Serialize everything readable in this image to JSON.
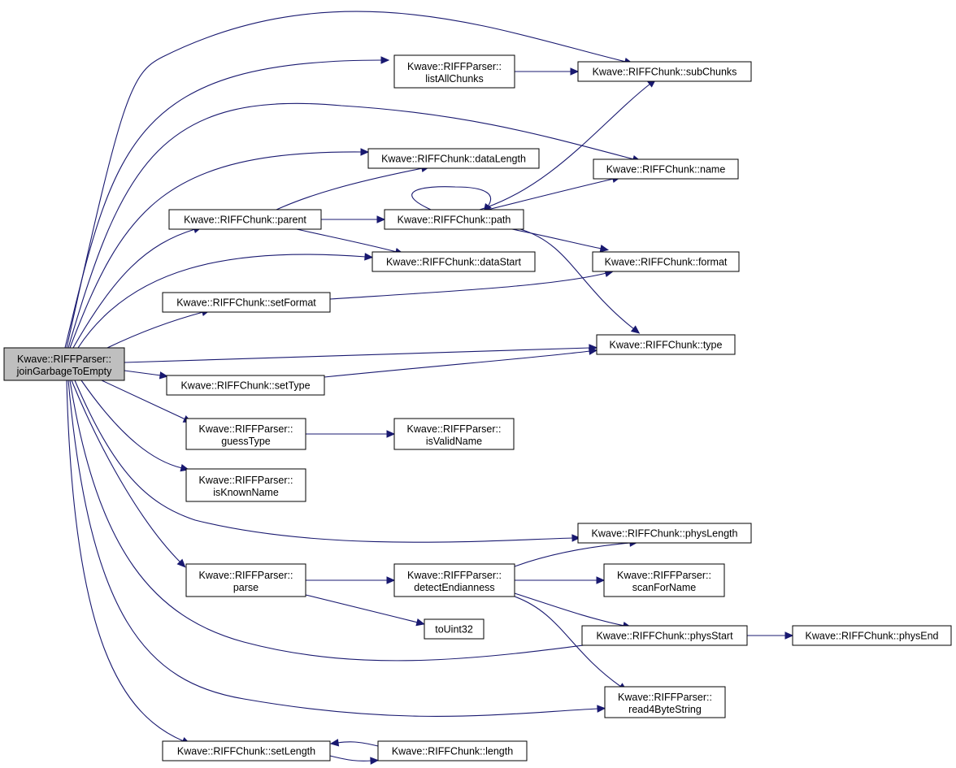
{
  "nodes": {
    "root": [
      "Kwave::RIFFParser::",
      "joinGarbageToEmpty"
    ],
    "listAll": [
      "Kwave::RIFFParser::",
      "listAllChunks"
    ],
    "subChunks": [
      "Kwave::RIFFChunk::subChunks"
    ],
    "dataLength": [
      "Kwave::RIFFChunk::dataLength"
    ],
    "name": [
      "Kwave::RIFFChunk::name"
    ],
    "parent": [
      "Kwave::RIFFChunk::parent"
    ],
    "path": [
      "Kwave::RIFFChunk::path"
    ],
    "dataStart": [
      "Kwave::RIFFChunk::dataStart"
    ],
    "format": [
      "Kwave::RIFFChunk::format"
    ],
    "setFormat": [
      "Kwave::RIFFChunk::setFormat"
    ],
    "type": [
      "Kwave::RIFFChunk::type"
    ],
    "setType": [
      "Kwave::RIFFChunk::setType"
    ],
    "guessType": [
      "Kwave::RIFFParser::",
      "guessType"
    ],
    "isValidName": [
      "Kwave::RIFFParser::",
      "isValidName"
    ],
    "isKnownName": [
      "Kwave::RIFFParser::",
      "isKnownName"
    ],
    "physLength": [
      "Kwave::RIFFChunk::physLength"
    ],
    "parse": [
      "Kwave::RIFFParser::",
      "parse"
    ],
    "detectEnd": [
      "Kwave::RIFFParser::",
      "detectEndianness"
    ],
    "scanForName": [
      "Kwave::RIFFParser::",
      "scanForName"
    ],
    "toUint32": [
      "toUint32"
    ],
    "physStart": [
      "Kwave::RIFFChunk::physStart"
    ],
    "physEnd": [
      "Kwave::RIFFChunk::physEnd"
    ],
    "read4": [
      "Kwave::RIFFParser::",
      "read4ByteString"
    ],
    "setLength": [
      "Kwave::RIFFChunk::setLength"
    ],
    "length": [
      "Kwave::RIFFChunk::length"
    ]
  },
  "edges": [
    [
      "root",
      "listAll"
    ],
    [
      "root",
      "subChunks"
    ],
    [
      "root",
      "name"
    ],
    [
      "root",
      "dataLength"
    ],
    [
      "root",
      "parent"
    ],
    [
      "root",
      "dataStart"
    ],
    [
      "root",
      "setFormat"
    ],
    [
      "root",
      "type"
    ],
    [
      "root",
      "setType"
    ],
    [
      "root",
      "guessType"
    ],
    [
      "root",
      "isKnownName"
    ],
    [
      "root",
      "physLength"
    ],
    [
      "root",
      "parse"
    ],
    [
      "root",
      "physStart"
    ],
    [
      "root",
      "read4"
    ],
    [
      "root",
      "setLength"
    ],
    [
      "listAll",
      "subChunks"
    ],
    [
      "parent",
      "dataLength"
    ],
    [
      "parent",
      "path"
    ],
    [
      "parent",
      "dataStart"
    ],
    [
      "path",
      "path"
    ],
    [
      "path",
      "subChunks"
    ],
    [
      "path",
      "name"
    ],
    [
      "path",
      "format"
    ],
    [
      "path",
      "type"
    ],
    [
      "setFormat",
      "format"
    ],
    [
      "setType",
      "type"
    ],
    [
      "guessType",
      "isValidName"
    ],
    [
      "parse",
      "detectEnd"
    ],
    [
      "parse",
      "toUint32"
    ],
    [
      "detectEnd",
      "physLength"
    ],
    [
      "detectEnd",
      "scanForName"
    ],
    [
      "detectEnd",
      "physStart"
    ],
    [
      "detectEnd",
      "read4"
    ],
    [
      "physStart",
      "physEnd"
    ],
    [
      "setLength",
      "length"
    ],
    [
      "length",
      "setLength"
    ]
  ],
  "colors": {
    "edge": "#191970",
    "root_fill": "#bfbfbf"
  }
}
